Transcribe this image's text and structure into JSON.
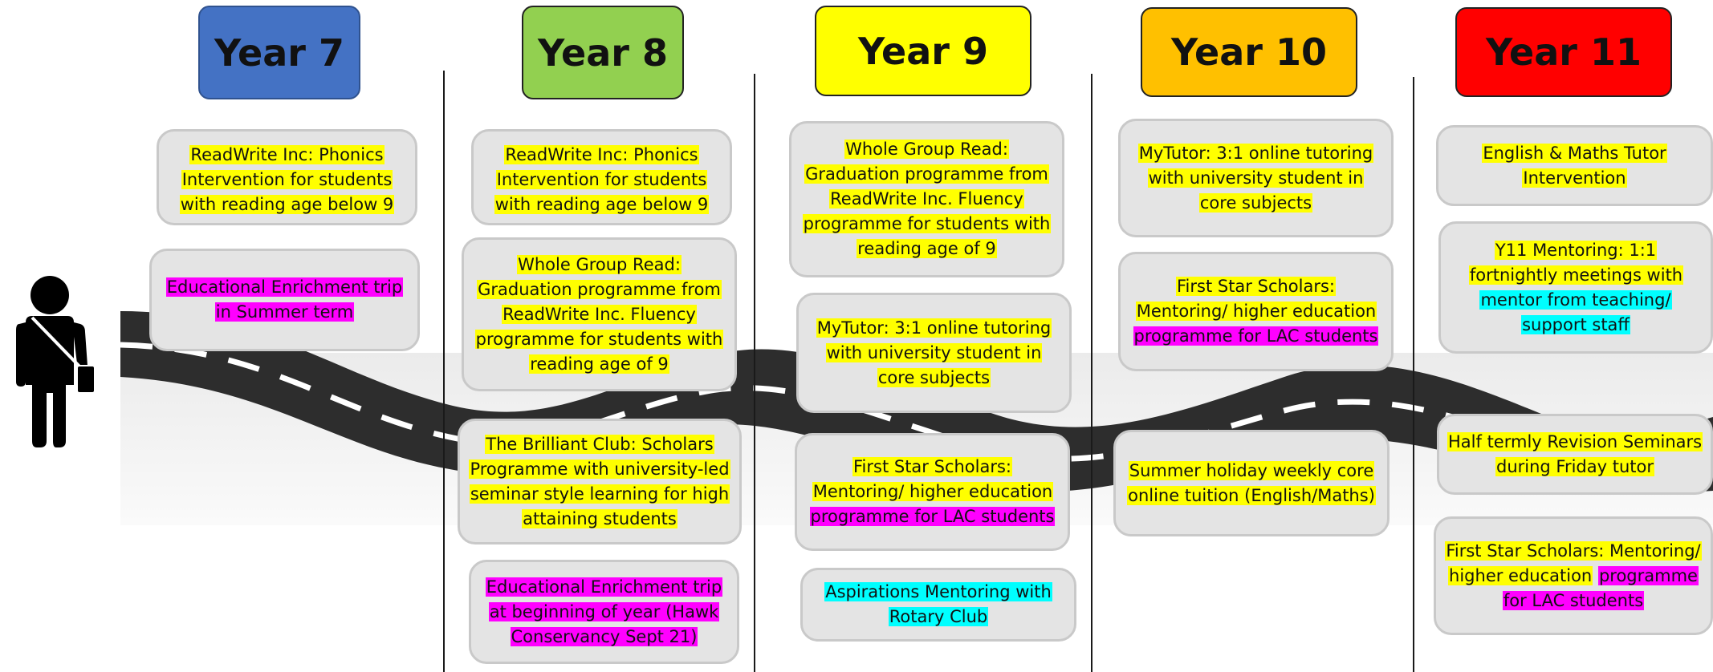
{
  "colors": {
    "year7": "#4472c4",
    "year8": "#92d050",
    "year9": "#ffff00",
    "year10": "#ffc000",
    "year11": "#ff0000",
    "highlight_yellow": "#ffff00",
    "highlight_magenta": "#ff00ff",
    "highlight_cyan": "#00ffff",
    "road": "#2d2d2d"
  },
  "years": [
    {
      "title": "Year 7",
      "items": [
        {
          "highlight": "yellow",
          "text": "ReadWrite Inc: Phonics Intervention for students with reading age below 9"
        },
        {
          "highlight": "magenta",
          "text": "Educational Enrichment trip in Summer term"
        }
      ]
    },
    {
      "title": "Year 8",
      "items": [
        {
          "highlight": "yellow",
          "text": "ReadWrite Inc: Phonics Intervention for students with reading age below 9"
        },
        {
          "highlight": "yellow",
          "text": "Whole Group Read: Graduation programme from ReadWrite Inc. Fluency programme for students with reading age of 9"
        },
        {
          "highlight": "yellow",
          "text": "The Brilliant Club: Scholars Programme with university-led seminar style learning for high attaining students"
        },
        {
          "highlight": "magenta",
          "text": "Educational Enrichment trip at beginning of year (Hawk Conservancy Sept 21)"
        }
      ]
    },
    {
      "title": "Year 9",
      "items": [
        {
          "highlight": "yellow",
          "text": "Whole Group Read: Graduation programme from ReadWrite Inc. Fluency programme for students with reading age of 9"
        },
        {
          "highlight": "yellow",
          "text": "MyTutor: 3:1 online tutoring with university student in core subjects"
        },
        {
          "highlight": "mixed",
          "parts": [
            {
              "highlight": "yellow",
              "text": "First Star Scholars: Mentoring/ higher education"
            },
            {
              "highlight": "magenta",
              "text": "programme for LAC students"
            }
          ]
        },
        {
          "highlight": "cyan",
          "text": "Aspirations Mentoring with Rotary Club"
        }
      ]
    },
    {
      "title": "Year 10",
      "items": [
        {
          "highlight": "yellow",
          "text": "MyTutor: 3:1 online tutoring with university student in core subjects"
        },
        {
          "highlight": "mixed",
          "parts": [
            {
              "highlight": "yellow",
              "text": "First Star Scholars: Mentoring/ higher education"
            },
            {
              "highlight": "magenta",
              "text": "programme for LAC students"
            }
          ]
        },
        {
          "highlight": "yellow",
          "text": "Summer holiday weekly core online tuition (English/Maths)"
        }
      ]
    },
    {
      "title": "Year 11",
      "items": [
        {
          "highlight": "yellow",
          "text": "English & Maths Tutor Intervention"
        },
        {
          "highlight": "mixed",
          "parts": [
            {
              "highlight": "yellow",
              "text": "Y11 Mentoring: 1:1 fortnightly meetings with"
            },
            {
              "highlight": "cyan",
              "text": "mentor from teaching/ support staff"
            }
          ]
        },
        {
          "highlight": "yellow",
          "text": "Half termly Revision Seminars during Friday tutor"
        },
        {
          "highlight": "mixed",
          "parts": [
            {
              "highlight": "yellow",
              "text": "First Star Scholars: Mentoring/ higher education"
            },
            {
              "highlight": "magenta",
              "text": "programme for LAC students"
            }
          ]
        }
      ]
    }
  ]
}
